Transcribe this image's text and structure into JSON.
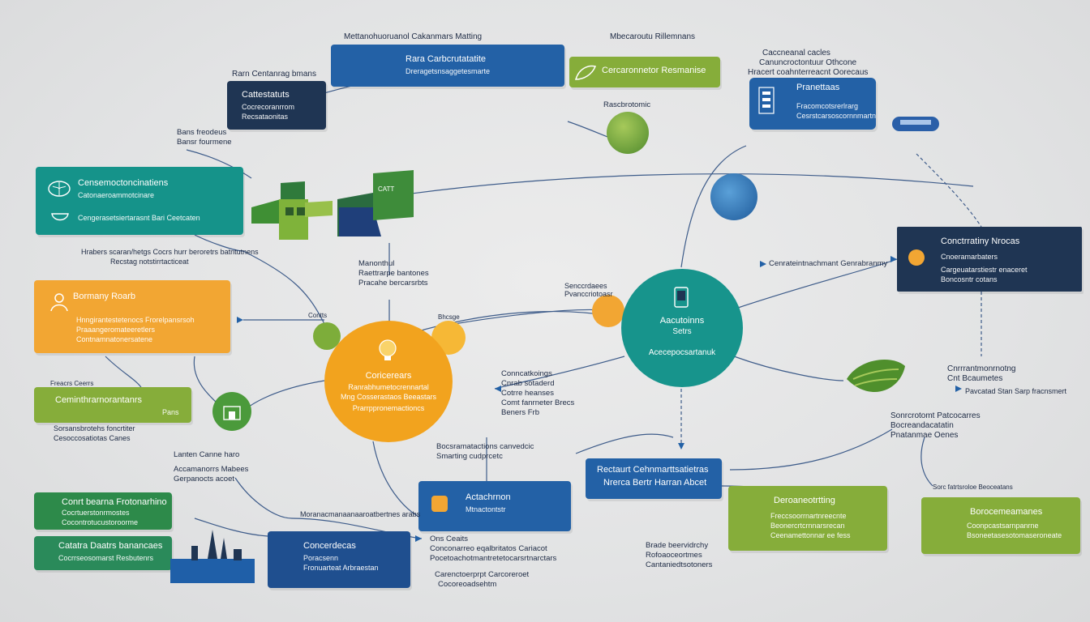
{
  "colors": {
    "navy": "#1f3553",
    "blue": "#2361a6",
    "teal": "#15938a",
    "orange": "#f2a633",
    "lime": "#86ad3a",
    "green": "#2d8a4a",
    "line": "#3e5c8a"
  },
  "top_blue_box": {
    "line1": "Rara Carbcrutatatite",
    "line2": "Dreragetsnsaggetesmarte"
  },
  "top_header": "Mettanohuoruanol Cakanmars Matting",
  "top_right_header": "Mbecaroutu Rillemnans",
  "green_box_top": {
    "line1": "Cercaronnetor Resmanise"
  },
  "bulb_label": "Rascbrotomic",
  "navy_top_left": {
    "title": "Cattestatuts",
    "line1": "Cocrecoranrrom",
    "line2": "Recsataonitas"
  },
  "left_top_label": "Rarn Centanrag bmans",
  "left_mid_label": {
    "line1": "Bans freodeus",
    "line2": "Bansr fourmene"
  },
  "teal_left": {
    "title": "Censemoctoncinatiens",
    "line1": "Catonaeroammotcinare",
    "line2": "Cengerasetsiertarasnt Bari Ceetcaten"
  },
  "teal_left_caption": "Hrabers scaran/hetgs Cocrs hurr beroretrs batntutnens",
  "teal_left_caption2": "Recstag notstirrtacticeat",
  "factory_label": "CATT",
  "mid_labels": {
    "line1": "Manonthul",
    "line2": "Raettrarpe bantones",
    "line3": "Pracahe bercarsrbts"
  },
  "orange_left": {
    "title": "Bormany Roarb",
    "line1": "Hnngirantestetenocs Frorelpansrsoh",
    "line2": "Praaangeromateeretlers",
    "line3": "Contnamnatonersatene"
  },
  "lime_left": {
    "title": "Ceminthrarnorantanrs",
    "line1": "Pans"
  },
  "lime_left_caption": {
    "line1": "Sorsansbrotehs foncrtiter",
    "line2": "Cesoccosatiotas Canes"
  },
  "small_top_left": "Freacrs Ceerrs",
  "orange_circle": {
    "title": "Coricerears",
    "line1": "Ranrabhumetocrennartal",
    "line2": "Mng Cosserastaos Beeastars",
    "line3": "Prarrppronemactioncs"
  },
  "small_circle_label": "Contts",
  "center_label": "Bhcsge",
  "teal_circle": {
    "title": "Aacutoinns",
    "line1": "Setrs",
    "line2": "Acecepocsartanuk"
  },
  "teal_circle_label": {
    "line1": "Senccrdaees",
    "line2": "Pvanccriotoasr"
  },
  "center_left_labels": {
    "line1": "Conncatkoings",
    "line2": "Cnrab sotaderd",
    "line3": "Cotrre heanses",
    "line4": "Comt fanrneter Brecs",
    "line5": "Beners Frb"
  },
  "center_bottom_labels": {
    "line1": "Bocsramatactions canvedcic",
    "line2": "Smarting cudprcetc"
  },
  "right_top": {
    "line1": "Caccneanal cacles",
    "line2": "Canuncroctontuur Othcone",
    "line3": "Hracert coahnterreacnt Oorecaus"
  },
  "right_blue_box": {
    "title": "Pranettaas",
    "line1": "Fracomcotsrerlrarg",
    "line2": "Cesrstcarsoscornnmartne"
  },
  "navy_right": {
    "title": "Conctrratiny Nrocas",
    "line1": "Cnoeramarbaters",
    "line2": "Cargeuatarstiestr enaceret",
    "line3": "Boncosntr cotans"
  },
  "right_mid_label": "Cenrateintnachmant Genrabranmy",
  "right_labels": {
    "line1": "Cnrrrantmonrnotng",
    "line2": "Cnt Bcaumetes",
    "line3": "Pavcatad Stan Sarp fracnsmert"
  },
  "right_labels2": {
    "line1": "Sonrcrotomt Patcocarres",
    "line2": "Bocreandacatatin",
    "line3": "Pnatanmae Oenes"
  },
  "right_small": "Sorc fatrtsroloe Beoceatans",
  "blue_center_right": {
    "line1": "Rectaurt Cehnmarttsatietras",
    "line2": "Nrerca Bertr Harran Abcet"
  },
  "lime_right_mid": {
    "title": "Deroaneotrtting",
    "line1": "Freccsoorrnartnreecnte",
    "line2": "Beonercrtcrnnarsrecan",
    "line3": "Ceenamettonnar ee fess"
  },
  "lime_right": {
    "title": "Borocemeamanes",
    "line1": "Coonpcastsarnpanrne",
    "line2": "Bsoneetasesotomaseroneate"
  },
  "bottom_right_labels": {
    "line1": "Brade beervidrchy",
    "line2": "Rofoaoceortmes",
    "line3": "Cantaniedtsotoners"
  },
  "blue_center_bottom": {
    "title": "Actachrnon",
    "line1": "Mtnactontstr"
  },
  "center_caption": "Moranacmanaanaaroatbertnes arabs",
  "bottom_center_labels": {
    "line1": "Ons Ceaits",
    "line2": "Conconarreo eqalbritatos Cariacot",
    "line3": "Pocetoachotmantretetocarsrtnarctars"
  },
  "bottom_caption": "Carenctoerprpt Carcoreroet",
  "bottom_center_label2": "Cocoreoadsehtm",
  "navy_bottom": {
    "title": "Concerdecas",
    "line1": "Poracsenn",
    "line2": "Fronuarteat Arbraestan"
  },
  "green_bottom_left": {
    "title": "Conrt bearna Frotonarhino",
    "line1": "Cocrtuerstonrmostes",
    "line2": "Cocontrotucustoroorme"
  },
  "green_bottom_left2": {
    "title": "Catatra Daatrs banancaes",
    "line1": "Cocrrseosomarst Resbutenrs"
  },
  "bottom_left_labels": {
    "line1": "Lanten Canne haro",
    "line2": "Accamanorrs Mabees",
    "line3": "Gerpanocts acoet"
  }
}
